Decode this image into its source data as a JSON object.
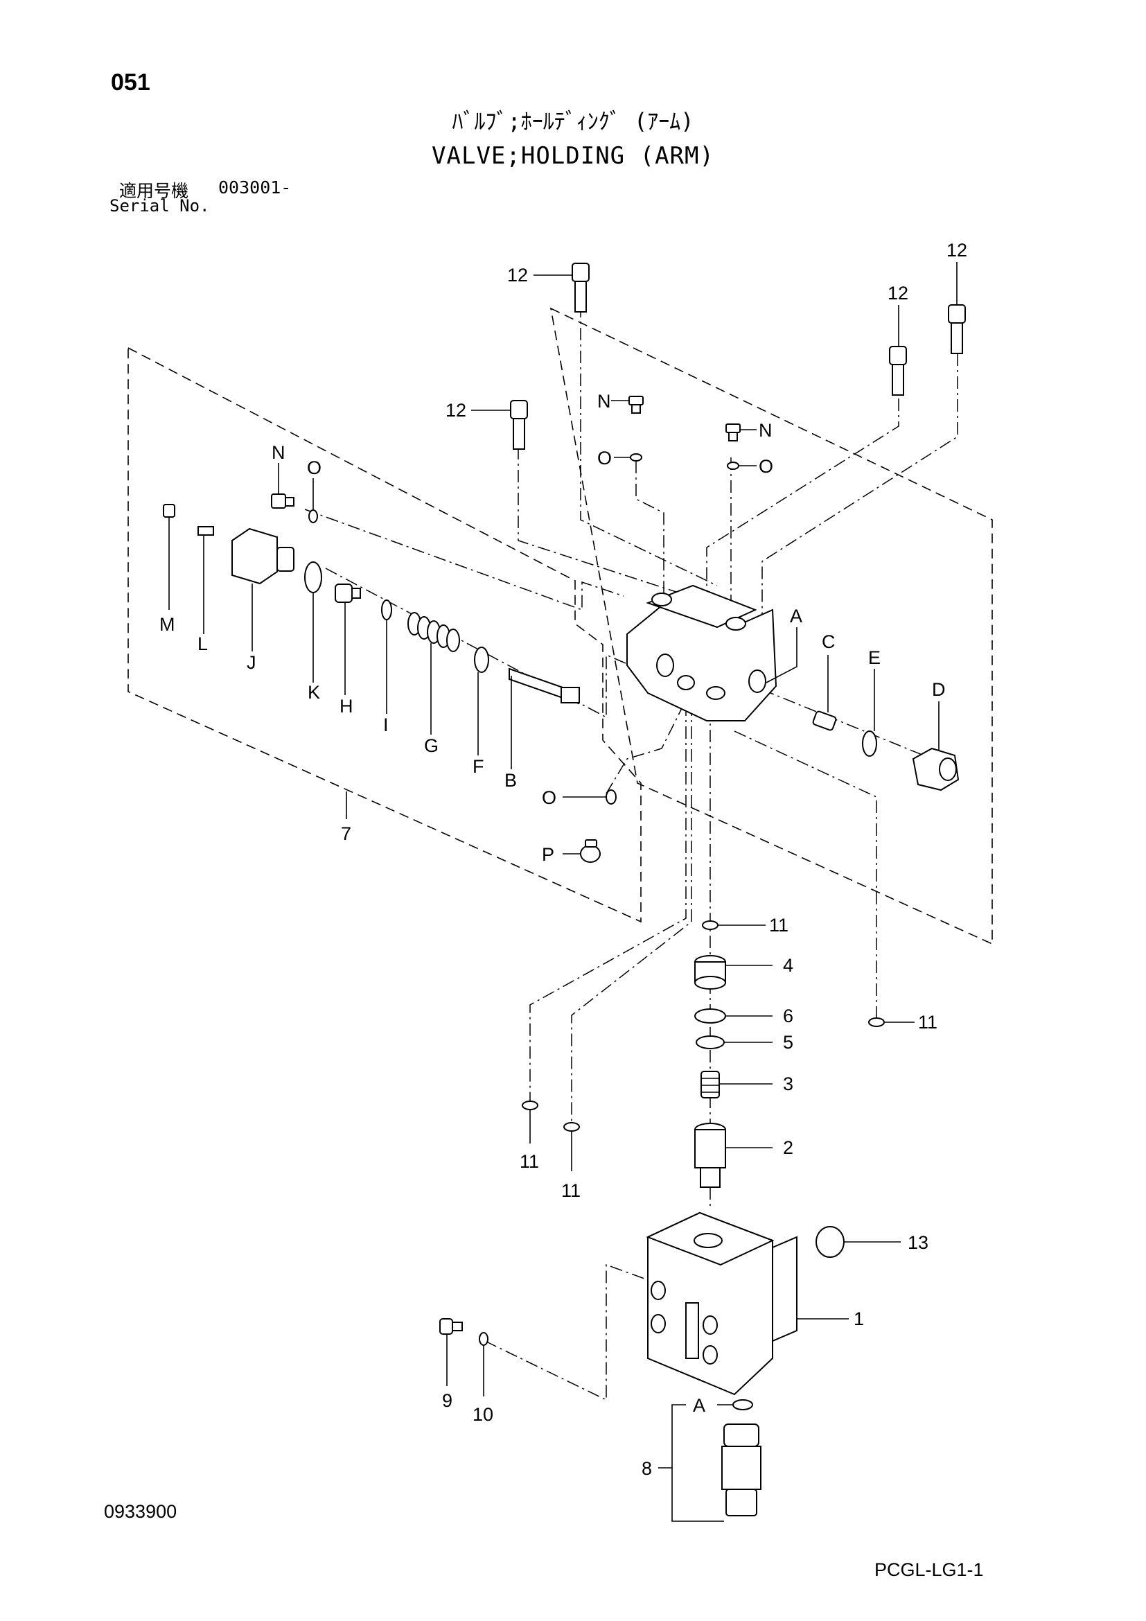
{
  "header": {
    "page_number": "051",
    "title_jp": "ﾊﾞﾙﾌﾞ;ﾎｰﾙﾃﾞｨﾝｸﾞ (ｱｰﾑ)",
    "title_en": "VALVE;HOLDING (ARM)",
    "serial_label_jp": "適用号機",
    "serial_value": "003001-",
    "serial_label_en": "Serial No."
  },
  "footer": {
    "doc_code": "0933900",
    "page_code": "PCGL-LG1-1"
  },
  "callouts": {
    "c12": "12",
    "c11": "11",
    "c1": "1",
    "c2": "2",
    "c3": "3",
    "c4": "4",
    "c5": "5",
    "c6": "6",
    "c7": "7",
    "c8": "8",
    "c9": "9",
    "c10": "10",
    "c13": "13",
    "A": "A",
    "B": "B",
    "C": "C",
    "D": "D",
    "E": "E",
    "F": "F",
    "G": "G",
    "H": "H",
    "I": "I",
    "J": "J",
    "K": "K",
    "L": "L",
    "M": "M",
    "N": "N",
    "O": "O",
    "P": "P"
  }
}
